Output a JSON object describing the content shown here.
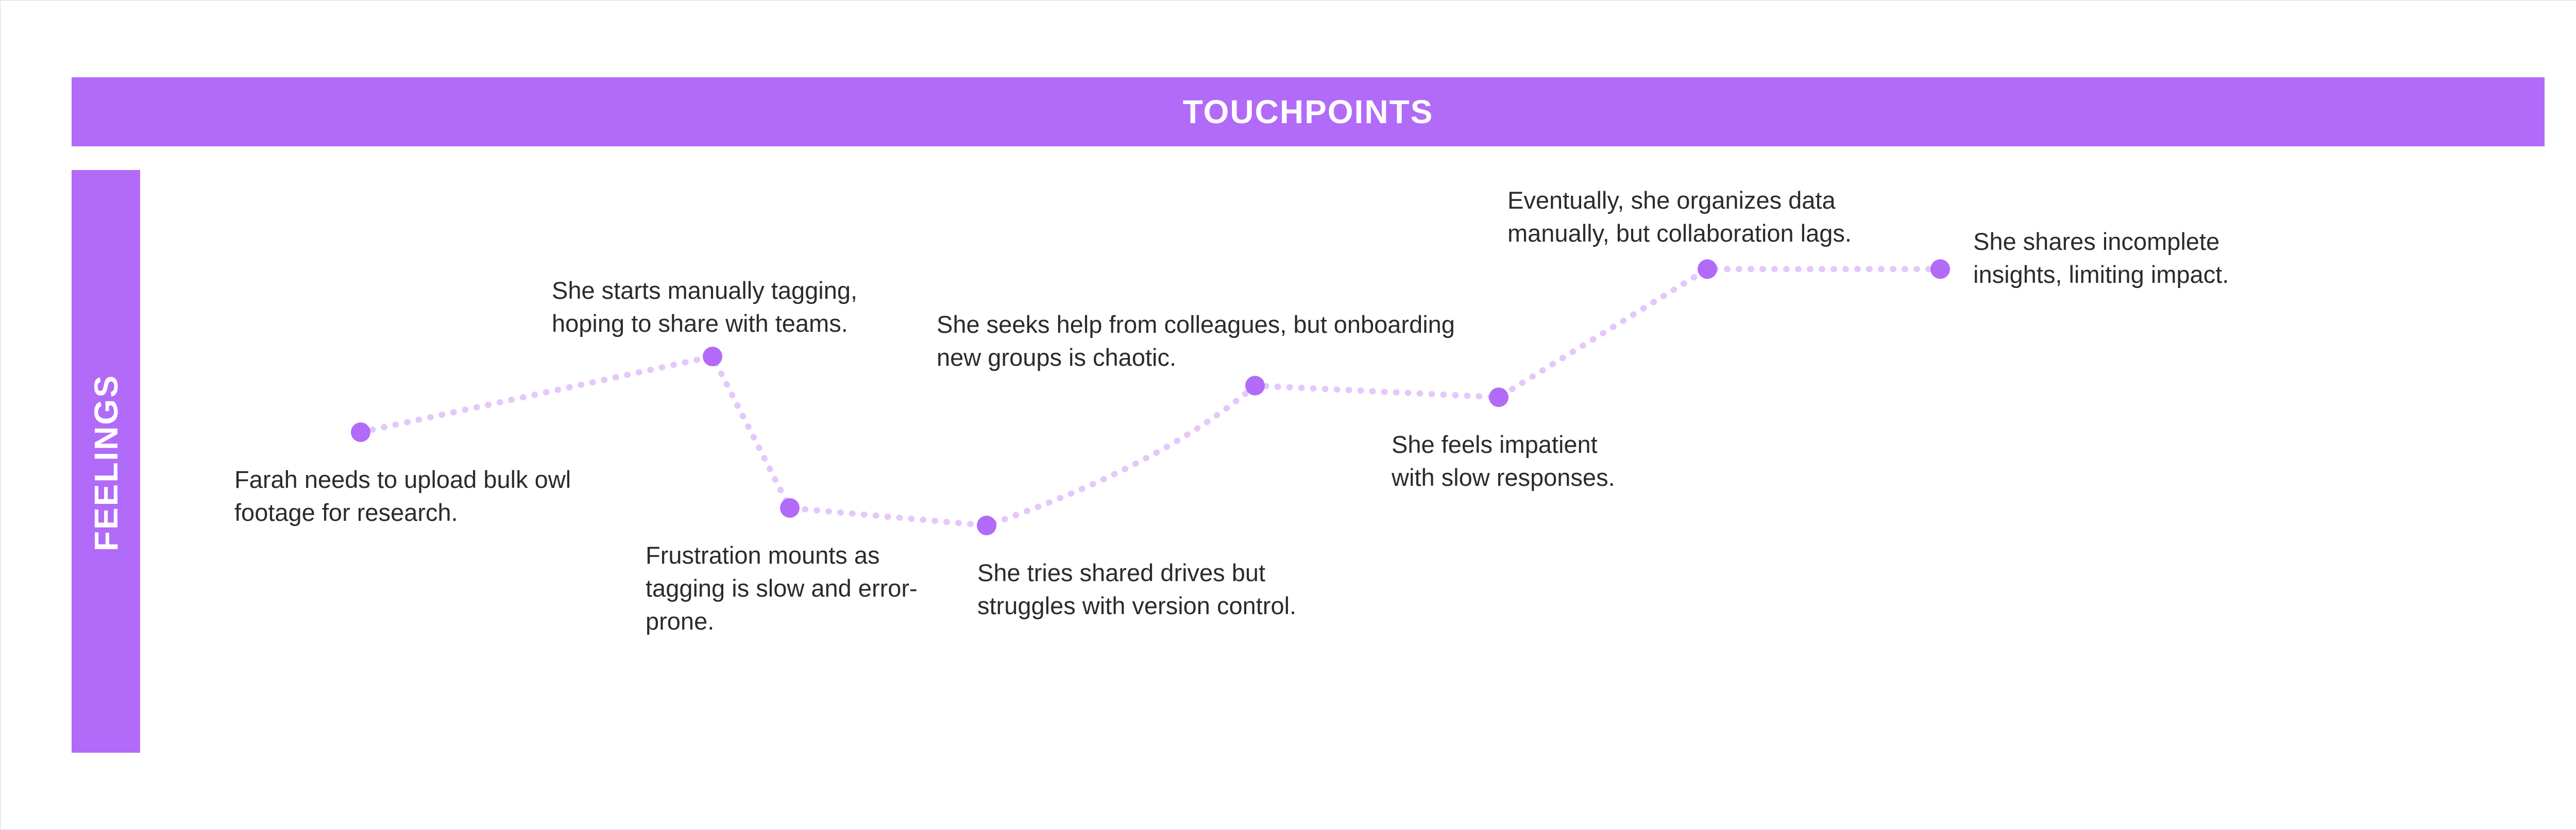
{
  "header": {
    "title": "TOUCHPOINTS"
  },
  "side": {
    "title": "FEELINGS"
  },
  "colors": {
    "accent": "#b26af8",
    "line": "#e4c8fb",
    "text": "#2b2b2b"
  },
  "steps": [
    {
      "text": "Farah needs to upload bulk owl\nfootage for research.",
      "feeling": 0.55
    },
    {
      "text": "She starts manually tagging,\nhoping to share with teams.",
      "feeling": 0.68
    },
    {
      "text": "Frustration mounts as\ntagging is slow and error-\nprone.",
      "feeling": 0.42
    },
    {
      "text": "She tries shared drives but\nstruggles with version control.",
      "feeling": 0.39
    },
    {
      "text": "She seeks help from colleagues, but onboarding\nnew groups is chaotic.",
      "feeling": 0.63
    },
    {
      "text": "She feels impatient\nwith slow responses.",
      "feeling": 0.61
    },
    {
      "text": "Eventually, she organizes data\nmanually, but collaboration lags.",
      "feeling": 0.83
    },
    {
      "text": "She shares incomplete\ninsights, limiting impact.",
      "feeling": 0.83
    }
  ]
}
